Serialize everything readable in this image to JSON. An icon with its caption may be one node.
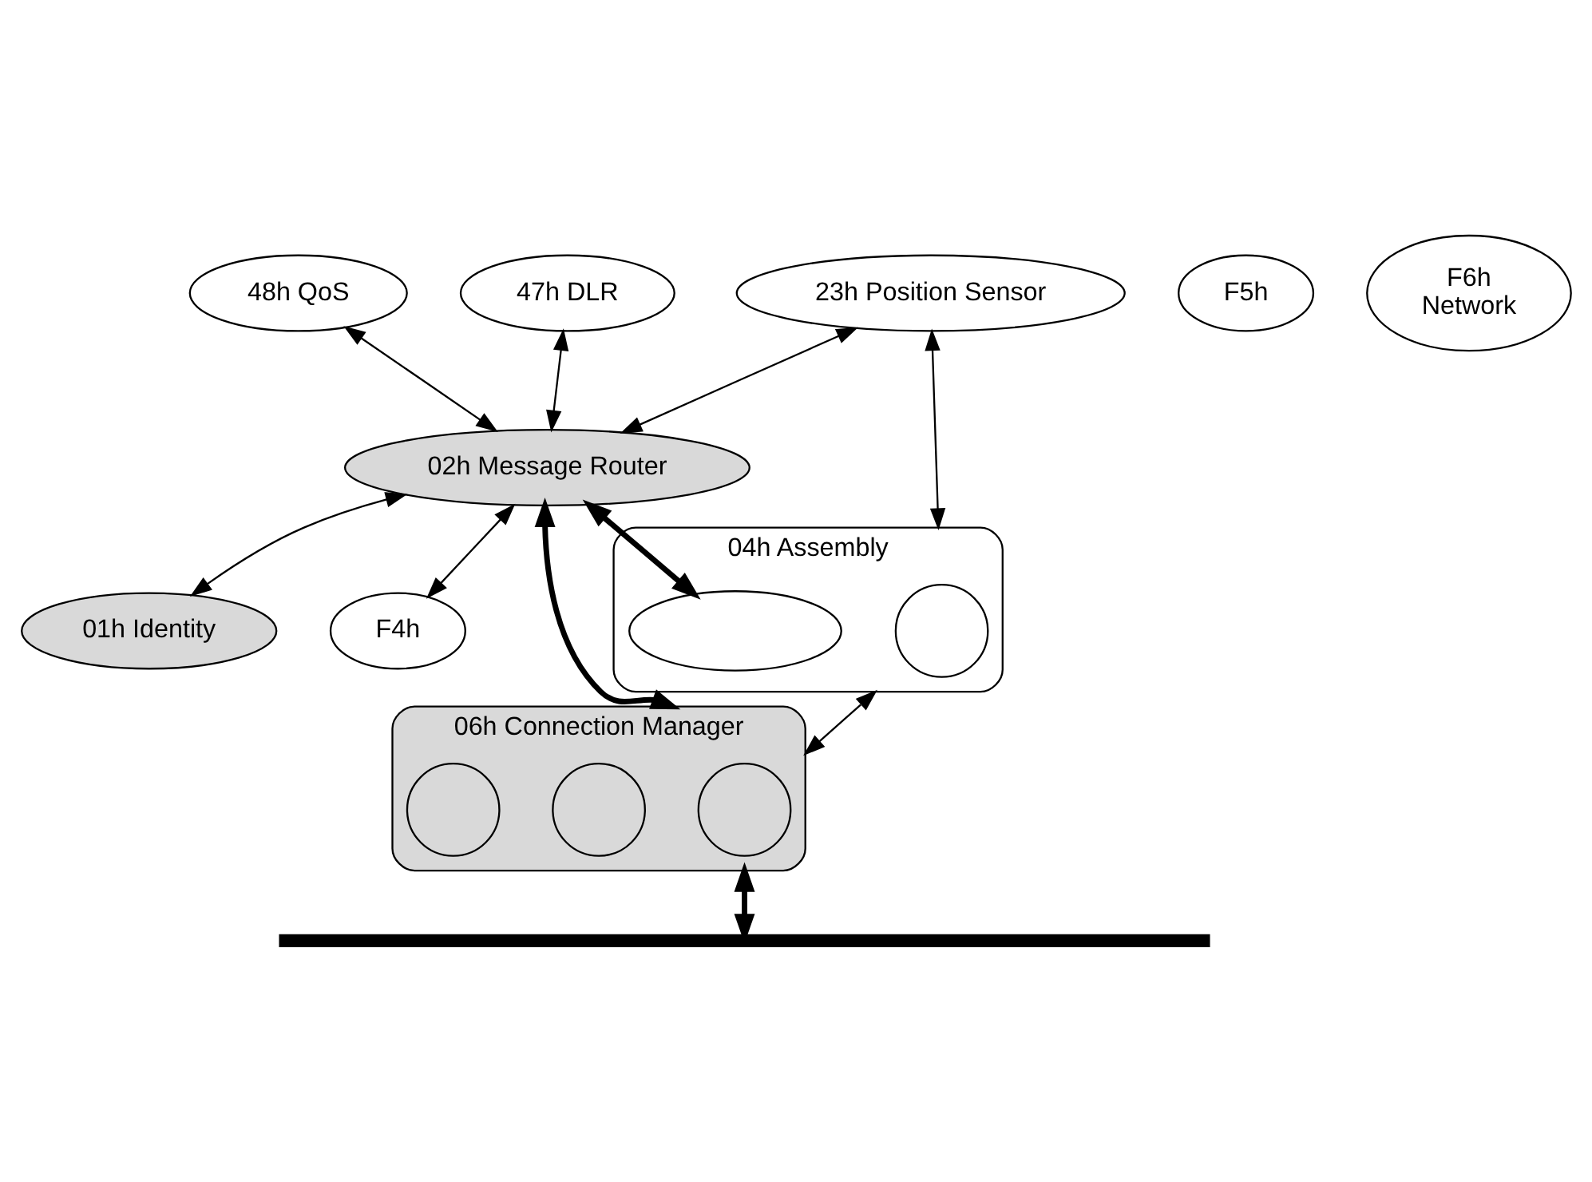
{
  "diagram": {
    "nodes": [
      {
        "text": [
          "48h QoS"
        ]
      },
      {
        "text": [
          "47h DLR"
        ]
      },
      {
        "text": [
          "23h Position Sensor"
        ]
      },
      {
        "text": [
          "02h Message Router"
        ]
      },
      {
        "text": [
          "01h Identity"
        ]
      },
      {
        "text": [
          "04h Assembly"
        ]
      },
      {
        "text": [],
        "shape": "circle",
        "in": 5
      },
      {
        "text": [],
        "shape": "ellipse",
        "in": 5
      },
      {
        "text": [
          "F4h"
        ]
      },
      {
        "text": [
          "F5h"
        ]
      },
      {
        "text": [
          "F6h",
          "Network"
        ]
      },
      {
        "text": [
          "06h Connection Manager"
        ]
      },
      {
        "text": [],
        "shape": "circle",
        "in": 11
      },
      {
        "text": [],
        "shape": "circle",
        "in": 11
      },
      {
        "text": [],
        "shape": "circle",
        "in": 11
      },
      {
        "text": [],
        "shape": "bar"
      }
    ],
    "edges": [
      {
        "from": 0,
        "to": 3,
        "arrow": "both"
      },
      {
        "from": 1,
        "to": 3,
        "arrow": "both"
      },
      {
        "from": 2,
        "to": 3,
        "arrow": "both"
      },
      {
        "from": 3,
        "to": 4,
        "arrow": "both"
      },
      {
        "from": 2,
        "to": 5,
        "arrow": "both"
      },
      {
        "from": 3,
        "to": 7,
        "arrow": "both",
        "style": "thick"
      },
      {
        "from": 3,
        "to": 8,
        "arrow": "both"
      },
      {
        "from": 3,
        "to": 11,
        "arrow": "both",
        "style": "thick"
      },
      {
        "from": 5,
        "to": 11,
        "arrow": "both"
      },
      {
        "from": 11,
        "to": 15,
        "arrow": "both",
        "style": "thick"
      }
    ]
  }
}
